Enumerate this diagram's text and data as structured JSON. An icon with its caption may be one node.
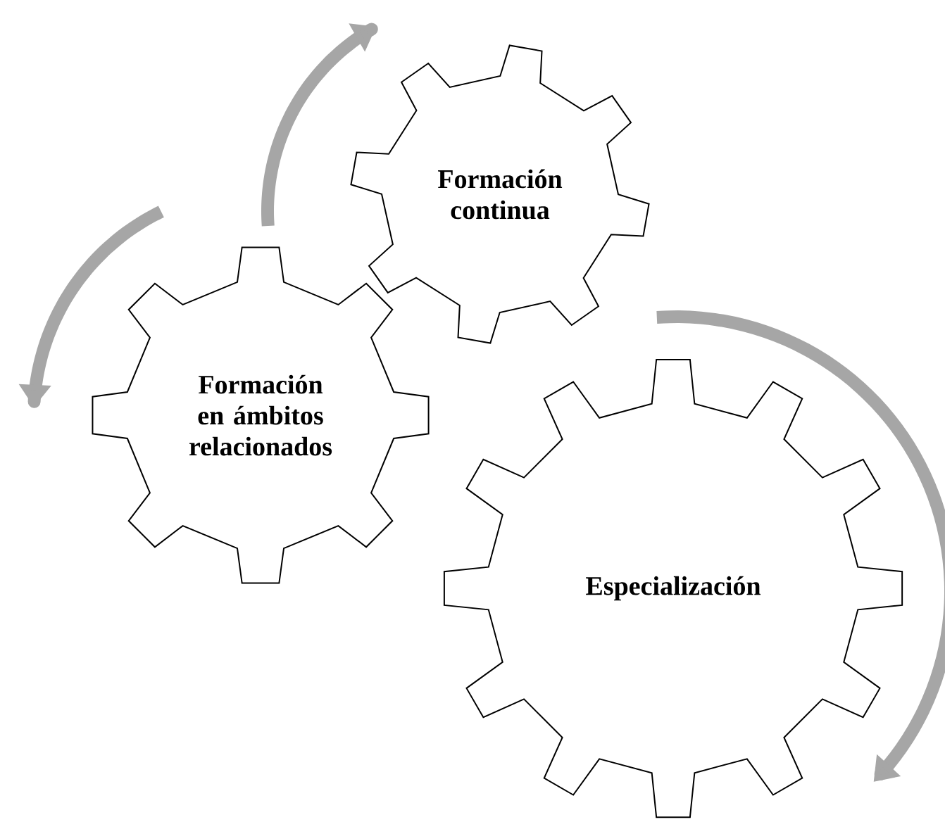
{
  "diagram": {
    "nodes": [
      {
        "text": [
          "Formación continua"
        ]
      },
      {
        "text": [
          "Formación en ámbitos relacionados"
        ]
      },
      {
        "text": [
          "Especialización"
        ]
      }
    ]
  }
}
